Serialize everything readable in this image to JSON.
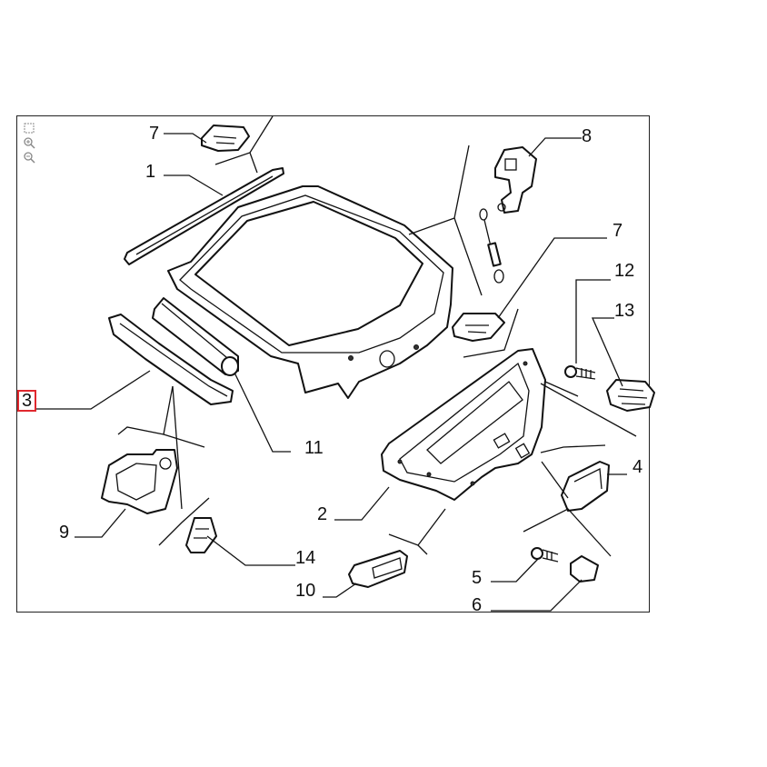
{
  "toolbar": {
    "icons": [
      "fit-icon",
      "zoom-in-icon",
      "zoom-out-icon"
    ]
  },
  "callouts": {
    "c1": "1",
    "c2": "2",
    "c3": "3",
    "c4": "4",
    "c5": "5",
    "c6": "6",
    "c7a": "7",
    "c7b": "7",
    "c8": "8",
    "c9": "9",
    "c10": "10",
    "c11": "11",
    "c12": "12",
    "c13": "13",
    "c14": "14"
  },
  "colors": {
    "highlight": "#e0282e",
    "line": "#111111",
    "background": "#ffffff"
  }
}
